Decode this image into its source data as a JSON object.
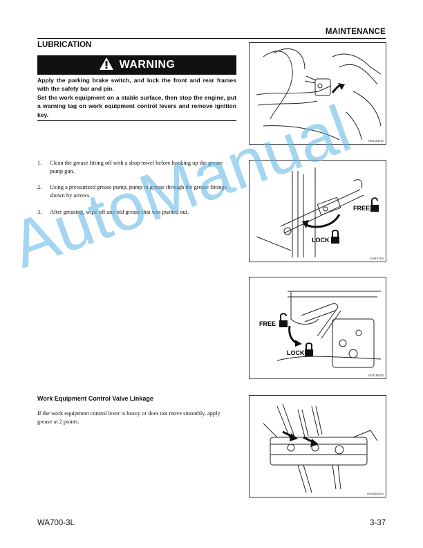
{
  "header": {
    "section": "MAINTENANCE"
  },
  "title": "LUBRICATION",
  "warning": {
    "label": "WARNING",
    "lines": [
      "Apply the parking brake switch, and lock the front and rear frames with the safety bar and pin.",
      "Set the work equipment on a stable surface, then stop the engine, put a warning tag on work equipment control levers and remove ignition key."
    ]
  },
  "steps": [
    {
      "num": "1.",
      "text": "Clean the grease fitting off with a shop towel before hooking up the grease pump gun."
    },
    {
      "num": "2.",
      "text": "Using a pressurized grease pump, pump in grease through the grease fittings shown by arrows."
    },
    {
      "num": "3.",
      "text": "After greasing, wipe off any old grease that was pushed out."
    }
  ],
  "subsection": {
    "title": "Work Equipment Control Valve Linkage",
    "text": "If the work equipment control lever is heavy or does not move smoothly, apply grease at 2 points."
  },
  "figures": [
    {
      "code": "H04181HD",
      "labels": []
    },
    {
      "code": "H04371B",
      "labels": [
        "FREE",
        "LOCK"
      ]
    },
    {
      "code": "H04186DB",
      "labels": [
        "FREE",
        "LOCK"
      ]
    },
    {
      "code": "H04OB2SO",
      "labels": []
    }
  ],
  "footer": {
    "model": "WA700-3L",
    "page": "3-37"
  },
  "watermark": "AutoManual"
}
